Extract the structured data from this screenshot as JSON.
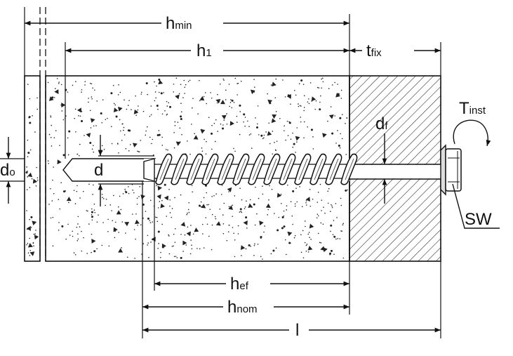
{
  "diagram": {
    "labels": {
      "h_min": {
        "main": "h",
        "sub": "min"
      },
      "h_1": {
        "main": "h",
        "sub": "1"
      },
      "t_fix": {
        "main": "t",
        "sub": "fix"
      },
      "T_inst": {
        "main": "T",
        "sub": "inst"
      },
      "d_f": {
        "main": "d",
        "sub": "f"
      },
      "d_0": {
        "main": "d",
        "sub": "o"
      },
      "d": "d",
      "SW": "SW",
      "h_ef": {
        "main": "h",
        "sub": "ef"
      },
      "h_nom": {
        "main": "h",
        "sub": "nom"
      },
      "l": "l"
    },
    "colors": {
      "line": "#111111",
      "background": "#ffffff"
    }
  }
}
